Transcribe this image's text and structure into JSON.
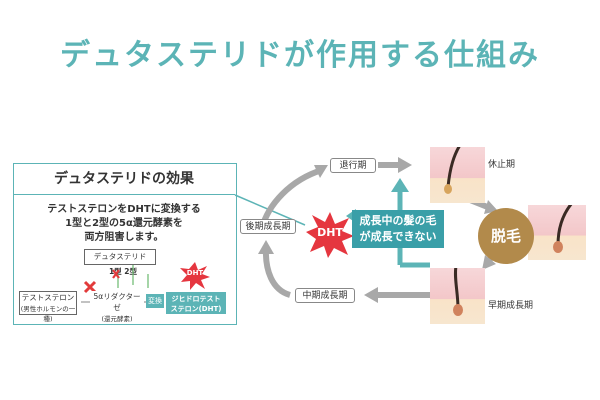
{
  "title": "デュタステリドが作用する仕組み",
  "effect": {
    "heading": "デュタステリドの効果",
    "lines": [
      "テストステロンをDHTに変換する",
      "1型と2型の5α還元酵素を",
      "両方阻害します。"
    ],
    "drug": "デュタステリド",
    "types": "1型 2型",
    "testosterone": "テストステロン",
    "testosterone_sub": "(男性ホルモンの一種)",
    "reductase": "5αリダクターゼ",
    "reductase_sub": "(還元酵素)",
    "change": "変換",
    "dht_chip_line1": "ジヒドロテスト",
    "dht_chip_line2": "ステロン(DHT)",
    "dht_small": "DHT"
  },
  "cycle": {
    "regression": "退行期",
    "resting": "休止期",
    "late_growth": "後期成長期",
    "mid_growth": "中期成長期",
    "early_growth": "早期成長期",
    "hair_loss": "脱毛",
    "dht_burst": "DHT",
    "center_line1": "成長中の髪の毛",
    "center_line2": "が成長できない"
  },
  "colors": {
    "teal": "#5cb4b6",
    "teal_dark": "#3a9fa8",
    "burst_red": "#e5363f",
    "brown": "#b28a4b"
  }
}
